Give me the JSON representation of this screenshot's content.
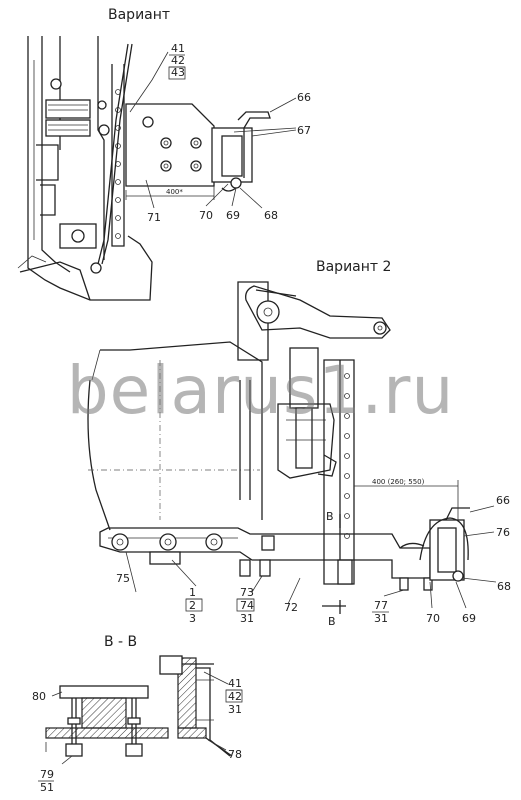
{
  "titles": {
    "variant1": "Вариант",
    "variant2": "Вариант 2",
    "section": "B - B"
  },
  "dimensions": {
    "top": "400*",
    "mid": "400 (260; 550)"
  },
  "watermark": "belarus1.ru",
  "labels": {
    "c41_top": "41",
    "c42_top": "42",
    "c43_top": "43",
    "c66_top": "66",
    "c67": "67",
    "c68_top": "68",
    "c69_top": "69",
    "c70_top": "70",
    "c71": "71",
    "c66_mid": "66",
    "c76": "76",
    "c68_mid": "68",
    "c69_mid": "69",
    "c70_mid": "70",
    "c72": "72",
    "c75": "75",
    "c1": "1",
    "c2": "2",
    "c3": "3",
    "c73": "73",
    "c74": "74",
    "c31_a": "31",
    "c77": "77",
    "c31_b": "31",
    "secB": "B",
    "secB_arrow": "B",
    "c80": "80",
    "c41_bot": "41",
    "c42_bot": "42",
    "c31_c": "31",
    "c78": "78",
    "c79": "79",
    "c51": "51"
  }
}
